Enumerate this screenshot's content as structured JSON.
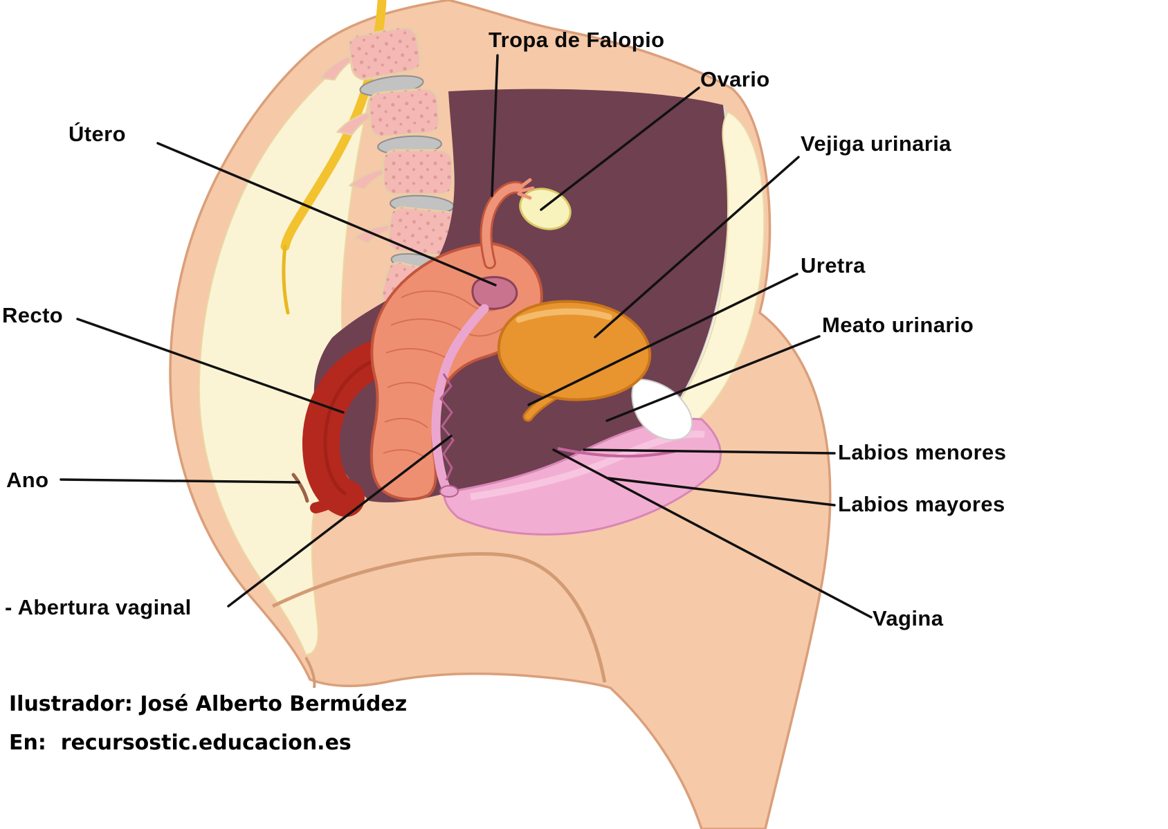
{
  "labels": {
    "fallopian_tube": "Tropa de Falopio",
    "ovary": "Ovario",
    "urinary_bladder": "Vejiga urinaria",
    "uterus": "Útero",
    "urethra": "Uretra",
    "urinary_meatus": "Meato urinario",
    "rectum": "Recto",
    "labia_minora": "Labios menores",
    "labia_majora": "Labios mayores",
    "anus": "Ano",
    "vaginal_opening": "- Abertura vaginal",
    "vagina": "Vagina"
  },
  "credits": {
    "illustrator_line": "Ilustrador: José Alberto Bermúdez",
    "source_line": "En:  recursostic.educacion.es"
  },
  "colors": {
    "skin": "#f6c9a8",
    "skin_outline": "#da9f7a",
    "cavity_maroon": "#6f4050",
    "bone_cream": "#fbf4d4",
    "vertebra_pink": "#f4b9b5",
    "disc_gray": "#c2c2c2",
    "spinal_cord_yellow": "#f2c22f",
    "uterus_salmon": "#ef8f72",
    "uterus_outline": "#c2563c",
    "bladder_orange": "#e9952f",
    "rectum_red": "#b5281e",
    "labia_pink": "#f2aed2",
    "canal_pink": "#eba6cf",
    "ovary_cream": "#f8f3bc",
    "leader_line": "#111111"
  }
}
